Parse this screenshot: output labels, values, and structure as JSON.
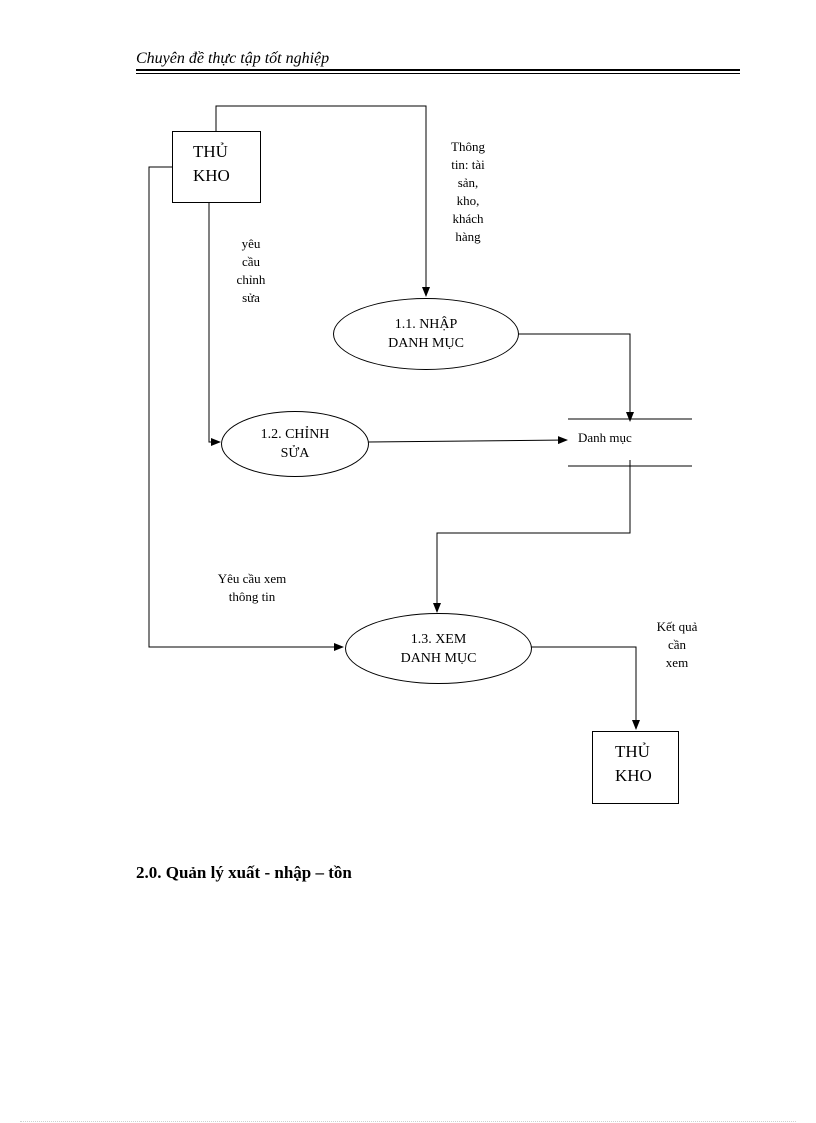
{
  "header": {
    "title": "Chuyên đề thực tập tốt nghiệp"
  },
  "diagram": {
    "entity_top": {
      "line1": "THỦ",
      "line2": "KHO"
    },
    "entity_bottom": {
      "line1": "THỦ",
      "line2": "KHO"
    },
    "process_1": {
      "line1": "1.1. NHẬP",
      "line2": "DANH MỤC"
    },
    "process_2": {
      "line1": "1.2. CHỈNH",
      "line2": "SỬA"
    },
    "process_3": {
      "line1": "1.3. XEM",
      "line2": "DANH MỤC"
    },
    "data_store": {
      "label": "Danh mục"
    },
    "flow_info": [
      "Thông",
      "tin: tài",
      "sản,",
      "kho,",
      "khách",
      "hàng"
    ],
    "flow_edit": [
      "yêu",
      "cầu",
      "chỉnh",
      "sửa"
    ],
    "flow_view_request": [
      "Yêu cầu xem",
      "thông tin"
    ],
    "flow_result": [
      "Kết quả",
      "cần",
      "xem"
    ]
  },
  "section": {
    "heading": "2.0. Quản lý xuất - nhập – tồn"
  }
}
